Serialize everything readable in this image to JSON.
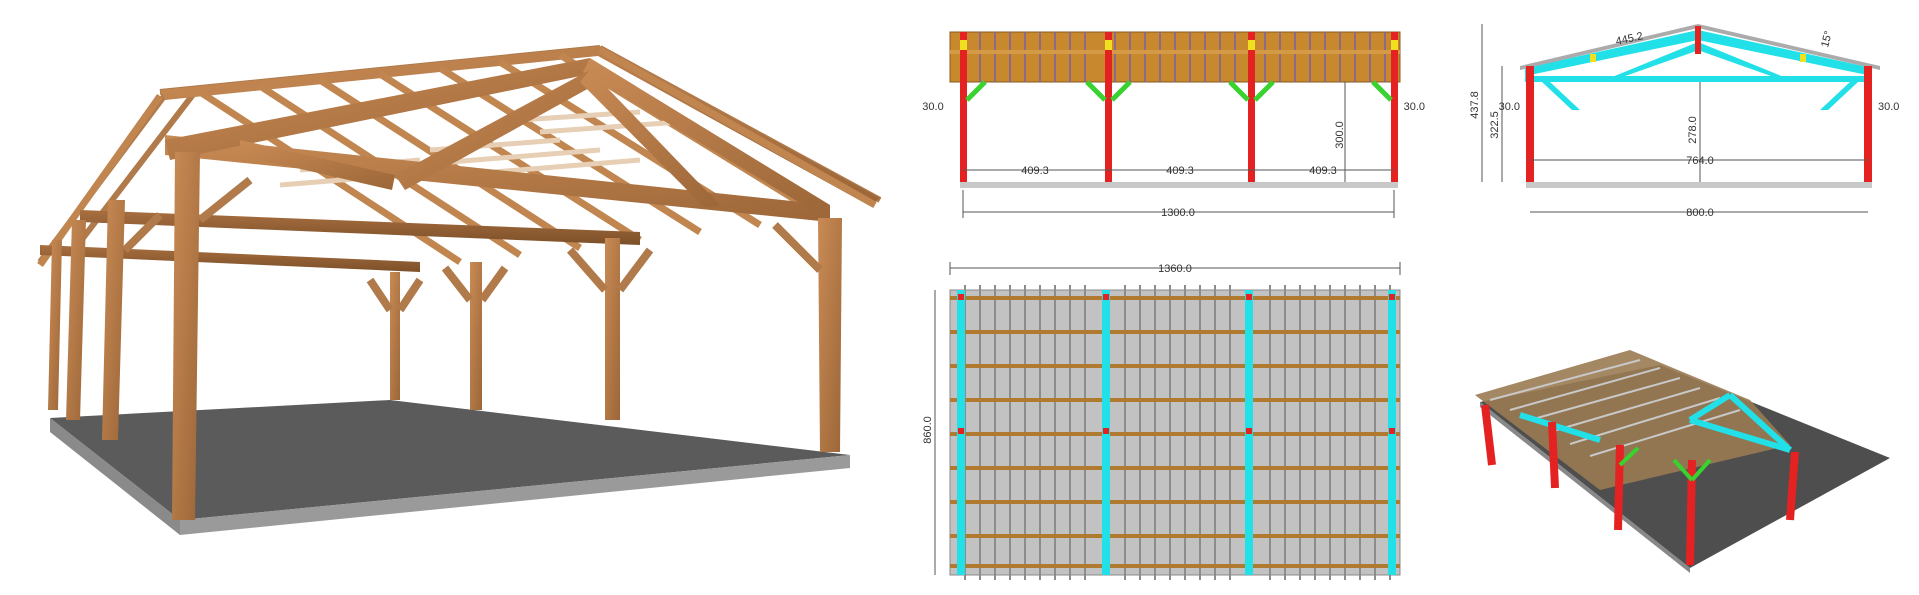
{
  "front_view": {
    "dims": {
      "bay1": "409.3",
      "bay2": "409.3",
      "bay3": "409.3",
      "overall_length": "1300.0",
      "column_height": "300.0",
      "left_offset": "30.0",
      "right_offset": "30.0"
    }
  },
  "side_view": {
    "dims": {
      "rafter_length": "445.2",
      "pitch": "15°",
      "total_height": "437.8",
      "eave_height": "322.5",
      "column_height": "278.0",
      "inner_span": "764.0",
      "overall_width": "800.0",
      "left_offset": "30.0",
      "right_offset": "30.0"
    }
  },
  "plan_view": {
    "dims": {
      "roof_length": "1360.0",
      "roof_width": "860.0"
    }
  },
  "colors": {
    "timber": "#b07a4a",
    "column": "#e52222",
    "brace": "#39d22f",
    "truss": "#22e0e8",
    "connector": "#f0e020",
    "slab": "#666666"
  }
}
